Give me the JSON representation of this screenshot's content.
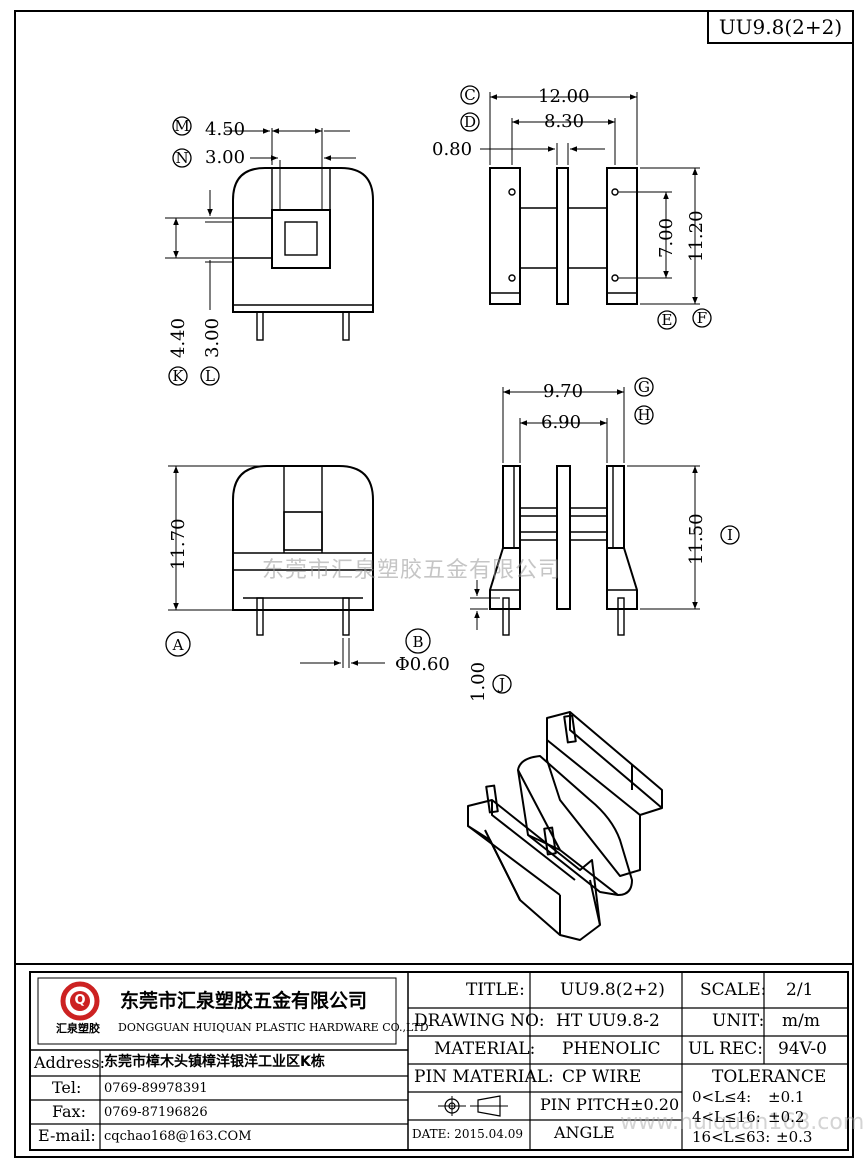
{
  "header": {
    "part_code": "UU9.8(2+2)"
  },
  "watermark": {
    "text": "东莞市汇泉塑胶五金有限公司",
    "url": "www.huiquan168.com"
  },
  "labels": {
    "M": "M",
    "N": "N",
    "C": "C",
    "D": "D",
    "E": "E",
    "F": "F",
    "G": "G",
    "H": "H",
    "I": "I",
    "J": "J",
    "K": "K",
    "L": "L",
    "A": "A",
    "B": "B"
  },
  "dims": {
    "m": "4.50",
    "n": "3.00",
    "c": "12.00",
    "d": "8.30",
    "gap": "0.80",
    "e": "7.00",
    "f": "11.20",
    "k": "4.40",
    "l": "3.00",
    "g": "9.70",
    "h": "6.90",
    "a": "11.70",
    "i": "11.50",
    "b": "0.60",
    "b_sym": "Φ",
    "j": "1.00"
  },
  "company": {
    "name_cn": "东莞市汇泉塑胶五金有限公司",
    "name_en": "DONGGUAN HUIQUAN PLASTIC HARDWARE CO.,LTD",
    "logo_letter": "Q",
    "logo_text": "汇泉塑胶"
  },
  "contact": [
    {
      "label": "Address:",
      "value": "东莞市樟木头镇樟洋银洋工业区K栋"
    },
    {
      "label": "Tel:",
      "value": "0769-89978391"
    },
    {
      "label": "Fax:",
      "value": "0769-87196826"
    },
    {
      "label": "E-mail:",
      "value": "cqchao168@163.COM"
    }
  ],
  "spec": {
    "title_label": "TITLE:",
    "title_value": "UU9.8(2+2)",
    "scale_label": "SCALE:",
    "scale_value": "2/1",
    "drawing_label": "DRAWING NO:",
    "drawing_value": "HT UU9.8-2",
    "unit_label": "UNIT:",
    "unit_value": "m/m",
    "material_label": "MATERIAL:",
    "material_value": "PHENOLIC",
    "ul_label": "UL REC:",
    "ul_value": "94V-0",
    "pin_label": "PIN MATERIAL:",
    "pin_value": "CP WIRE",
    "tol_label": "TOLERANCE",
    "pitch_value": "PIN PITCH±0.20",
    "date_value": "DATE: 2015.04.09",
    "angle_value": "ANGLE",
    "tolerances": [
      {
        "range": "0<L≤4:",
        "value": "±0.1"
      },
      {
        "range": "4<L≤16:",
        "value": "±0.2"
      },
      {
        "range": "16<L≤63:",
        "value": "±0.3"
      }
    ]
  }
}
